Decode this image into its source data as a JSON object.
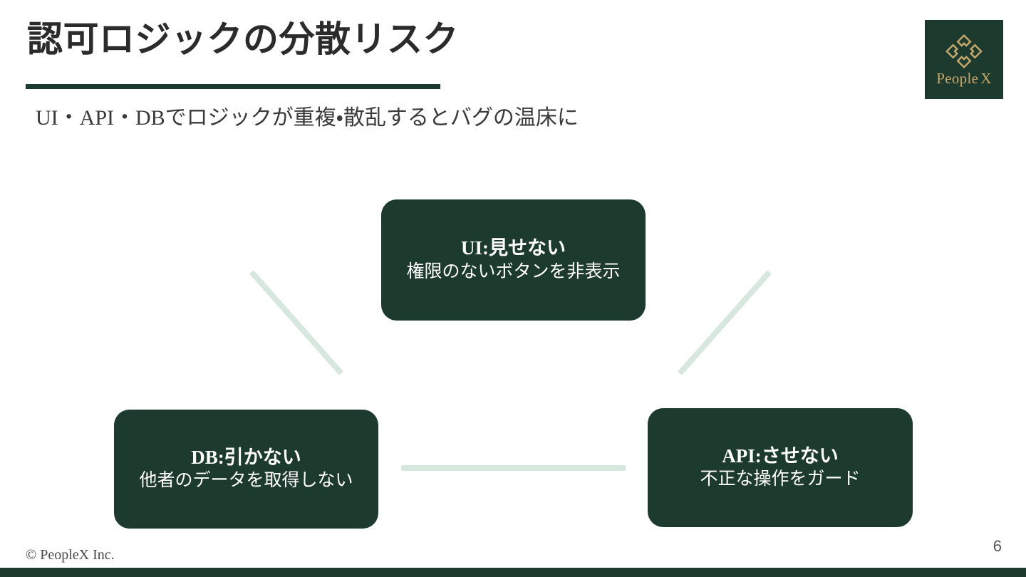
{
  "slide": {
    "title": "認可ロジックの分散リスク",
    "subtitle": "UI・API・DBでロジックが重複・散乱するとバグの温床に",
    "page_number": "6",
    "copyright": "© PeopleX Inc.",
    "accent_color": "#1d3a2f",
    "connector_color": "#d6e8de",
    "node_fill": "#1d3a2f",
    "node_text_color": "#ffffff",
    "title_color": "#2b2b2b"
  },
  "logo": {
    "word_primary": "People",
    "word_suffix": "X",
    "mark_name": "four-diamond-mark",
    "background": "#1d3a2f",
    "gold": "#c7a86a"
  },
  "diagram": {
    "type": "triangle-relationship",
    "nodes": [
      {
        "id": "ui",
        "title": "UI:見せない",
        "desc": "権限のないボタンを非表示"
      },
      {
        "id": "db",
        "title": "DB:引かない",
        "desc": "他者のデータを取得しない"
      },
      {
        "id": "api",
        "title": "API:させない",
        "desc": "不正な操作をガード"
      }
    ],
    "connectors": [
      {
        "id": "ui-db",
        "from": "ui",
        "to": "db",
        "style": "diagonal"
      },
      {
        "id": "ui-api",
        "from": "ui",
        "to": "api",
        "style": "diagonal"
      },
      {
        "id": "db-api",
        "from": "db",
        "to": "api",
        "style": "horizontal"
      }
    ]
  }
}
